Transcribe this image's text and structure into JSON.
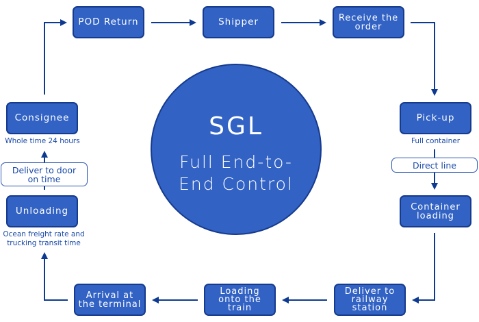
{
  "colors": {
    "box_fill": "#3162c4",
    "box_border": "#163a8c",
    "arrow": "#0d3a90",
    "note_text": "#1b4aa8"
  },
  "center": {
    "title": "SGL",
    "subtitle": "Full End-to-\nEnd Control"
  },
  "steps": {
    "pod_return": "POD Return",
    "shipper": "Shipper",
    "receive_order": "Receive the\norder",
    "pick_up": "Pick-up",
    "container_loading": "Container\nloading",
    "deliver_railway": "Deliver to\nrailway\nstation",
    "loading_train": "Loading\nonto the\ntrain",
    "arrival_terminal": "Arrival at\nthe terminal",
    "unloading": "Unloading",
    "consignee": "Consignee"
  },
  "notes": {
    "full_container": "Full container",
    "direct_line": "Direct line",
    "ocean_freight": "Ocean freight rate and\ntrucking transit time",
    "deliver_door": "Deliver to door\non time",
    "whole_time": "Whole time 24 hours"
  },
  "flow": [
    "POD Return",
    "Shipper",
    "Receive the order",
    "Pick-up",
    "Container loading",
    "Deliver to railway station",
    "Loading onto the train",
    "Arrival at the terminal",
    "Unloading",
    "Consignee"
  ]
}
